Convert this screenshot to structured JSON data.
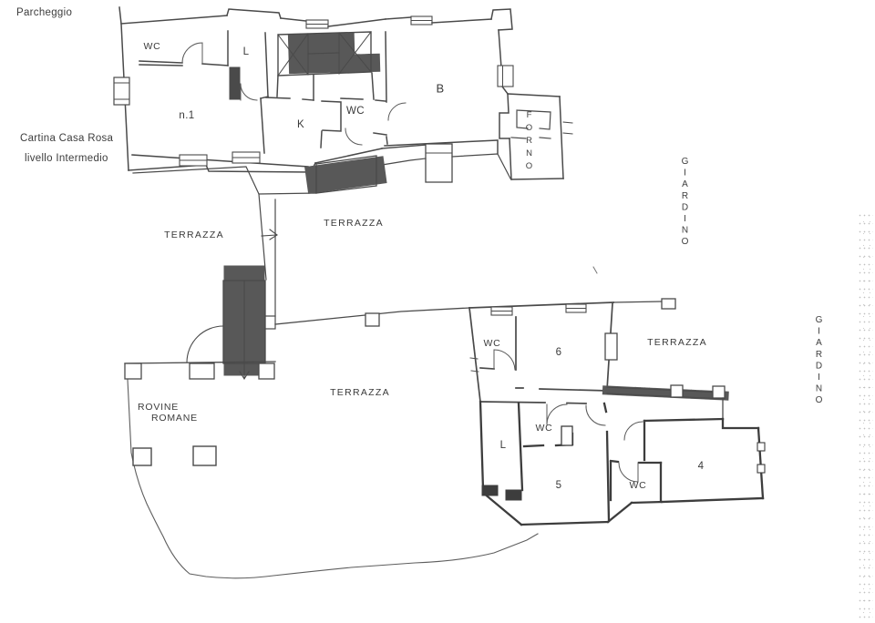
{
  "page": {
    "corner_label": "Parcheggio",
    "title_line1": "Cartina Casa Rosa",
    "title_line2": "livello Intermedio"
  },
  "upper_floor": {
    "rooms": [
      {
        "id": "wc-upper",
        "label": "WC"
      },
      {
        "id": "l-upper",
        "label": "L"
      },
      {
        "id": "n1",
        "label": "n.1"
      },
      {
        "id": "k",
        "label": "K"
      },
      {
        "id": "wc-mid",
        "label": "WC"
      },
      {
        "id": "b",
        "label": "B"
      }
    ],
    "annex_label": "FORNO"
  },
  "lower_floor": {
    "rooms": [
      {
        "id": "wc-6",
        "label": "WC"
      },
      {
        "id": "room-6",
        "label": "6"
      },
      {
        "id": "l-lower",
        "label": "L"
      },
      {
        "id": "wc-5",
        "label": "WC"
      },
      {
        "id": "room-5",
        "label": "5"
      },
      {
        "id": "wc-4",
        "label": "WC"
      },
      {
        "id": "room-4",
        "label": "4"
      }
    ]
  },
  "outdoor": {
    "terraces": [
      "TERRAZZA",
      "TERRAZZA",
      "TERRAZZA",
      "TERRAZZA"
    ],
    "giardino_upper": "GIARDINO",
    "giardino_lower": "GIARDINO",
    "rovine_line1": "ROVINE",
    "rovine_line2": "ROMANE"
  },
  "colors": {
    "ink": "#4a4a4a",
    "paper": "#ffffff"
  }
}
